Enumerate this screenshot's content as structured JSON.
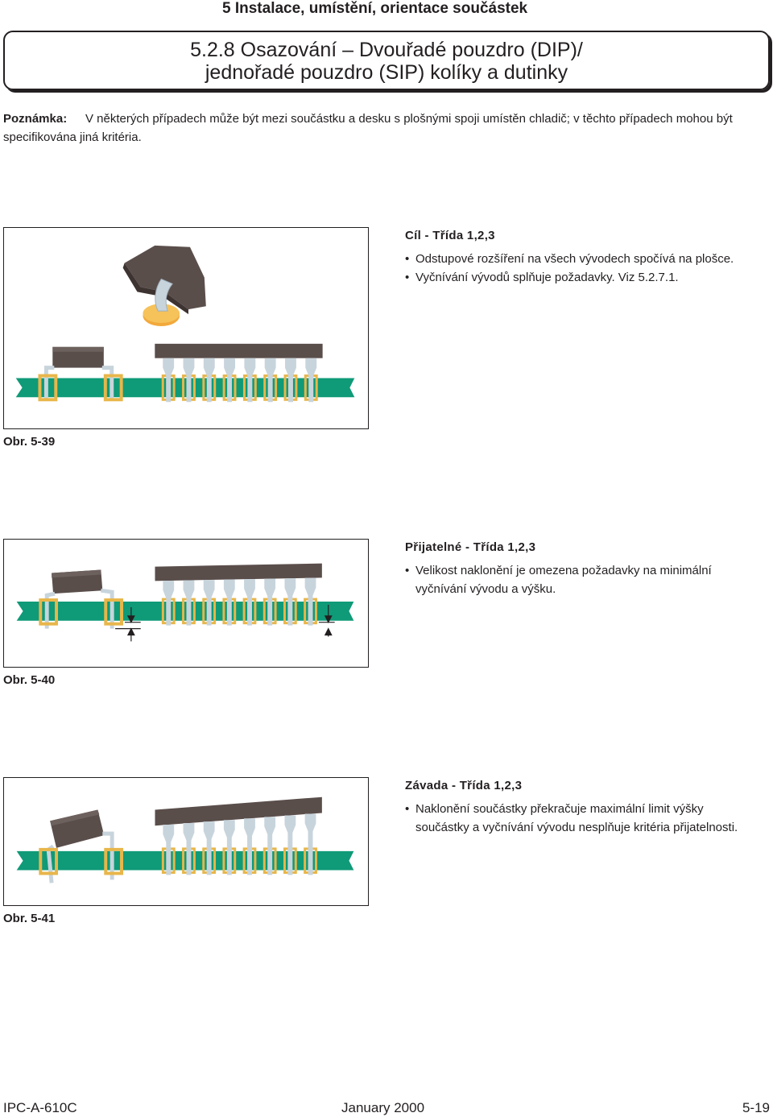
{
  "header": {
    "chapter": "5  Instalace, umístění, orientace součástek"
  },
  "section": {
    "title_line1": "5.2.8  Osazování – Dvouřadé pouzdro (DIP)/",
    "title_line2": "jednořadé pouzdro (SIP) kolíky a dutinky"
  },
  "note": {
    "label": "Poznámka:",
    "text": "V některých případech může být mezi součástku a desku s plošnými spoji umístěn chladič; v těchto případech mohou být specifikována jiná kritéria."
  },
  "figures": [
    {
      "caption": "Obr. 5-39",
      "heading": "Cíl - Třída 1,2,3",
      "bullets": [
        "Odstupové rozšíření na všech vývodech spočívá na plošce.",
        "Vyčnívání vývodů splňuje požadavky. Viz 5.2.7.1."
      ]
    },
    {
      "caption": "Obr. 5-40",
      "heading": "Přijatelné - Třída 1,2,3",
      "bullets": [
        "Velikost naklonění je omezena požadavky na minimální vyčnívání vývodu a výšku."
      ]
    },
    {
      "caption": "Obr. 5-41",
      "heading": "Závada - Třída 1,2,3",
      "bullets": [
        "Naklonění součástky překračuje maximální limit výšky součástky a vyčnívání vývodu nesplňuje kritéria přijatelnosti."
      ]
    }
  ],
  "footer": {
    "left": "IPC-A-610C",
    "center": "January 2000",
    "right": "5-19"
  },
  "colors": {
    "board": "#0f9a78",
    "component": "#5a4e4b",
    "component_dark": "#3d3331",
    "lead": "#c8d4dc",
    "pad": "#e8b64a",
    "solder_pad": "#f2a93b"
  }
}
